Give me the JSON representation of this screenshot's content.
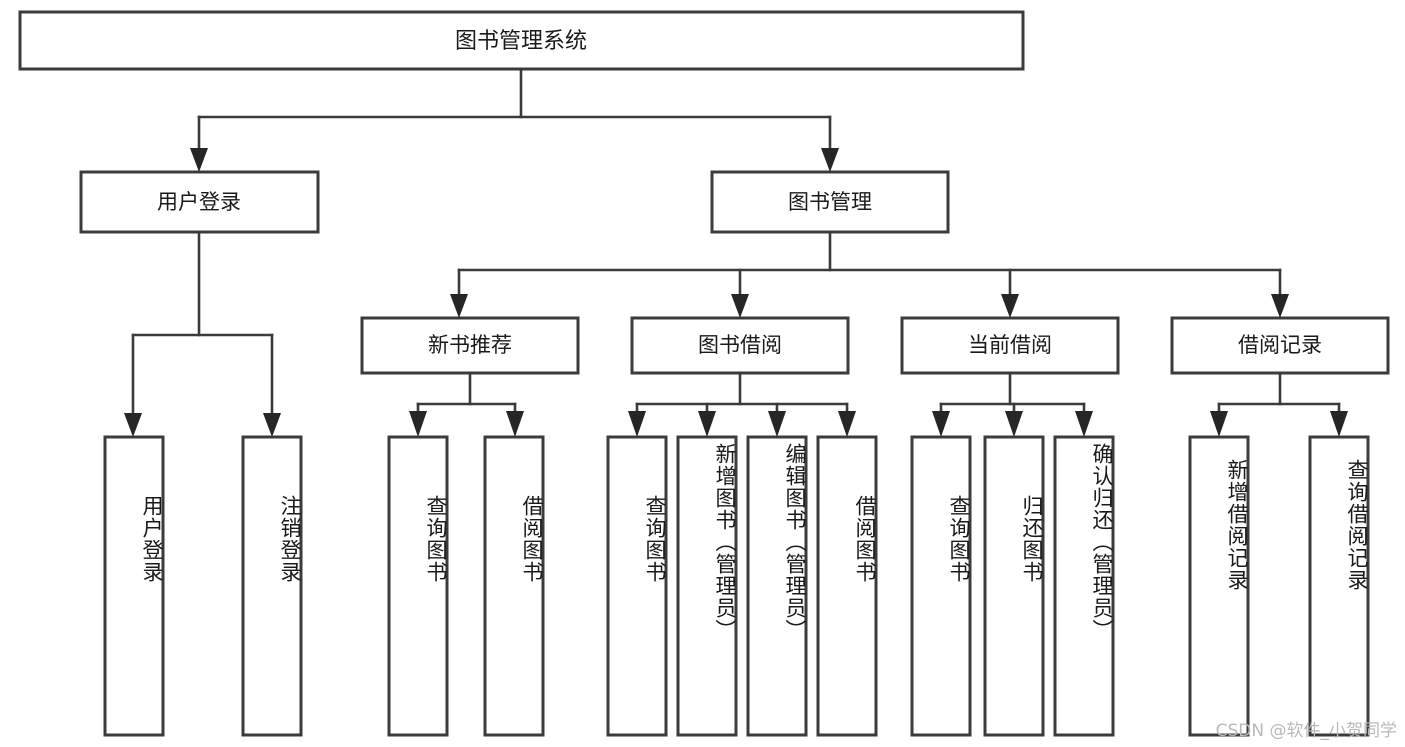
{
  "diagram": {
    "title": "图书管理系统",
    "type": "tree-hierarchy-chart",
    "root": {
      "label": "图书管理系统"
    },
    "level2": [
      {
        "label": "用户登录"
      },
      {
        "label": "图书管理"
      }
    ],
    "level3": [
      {
        "label": "新书推荐"
      },
      {
        "label": "图书借阅"
      },
      {
        "label": "当前借阅"
      },
      {
        "label": "借阅记录"
      }
    ],
    "leaves": {
      "user_login": [
        {
          "label": "用户登录"
        },
        {
          "label": "注销登录"
        }
      ],
      "new_book_recommend": [
        {
          "label": "查询图书"
        },
        {
          "label": "借阅图书"
        }
      ],
      "book_borrow": [
        {
          "label": "查询图书"
        },
        {
          "label": "新增图书（管理员）"
        },
        {
          "label": "编辑图书（管理员）"
        },
        {
          "label": "借阅图书"
        }
      ],
      "current_borrow": [
        {
          "label": "查询图书"
        },
        {
          "label": "归还图书"
        },
        {
          "label": "确认归还（管理员）"
        }
      ],
      "borrow_record": [
        {
          "label": "新增借阅记录"
        },
        {
          "label": "查询借阅记录"
        }
      ]
    }
  },
  "watermark": {
    "text": "CSDN @软件_小贺同学"
  },
  "colors": {
    "box_stroke": "#3b3b3b",
    "connector": "#3b3b3b",
    "text": "#1a1a1a",
    "background": "#ffffff",
    "watermark": "#b9b9b9"
  }
}
